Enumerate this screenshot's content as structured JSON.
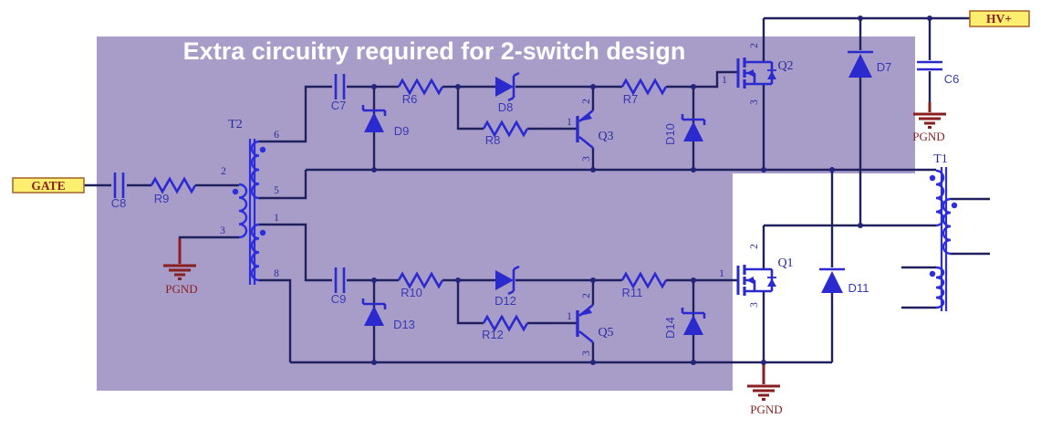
{
  "title": "Extra circuitry required for 2-switch design",
  "net_labels": {
    "gate": "GATE",
    "hv_plus": "HV+"
  },
  "ground_label": "PGND",
  "components": {
    "c6": "C6",
    "c7": "C7",
    "c8": "C8",
    "c9": "C9",
    "r6": "R6",
    "r7": "R7",
    "r8": "R8",
    "r9": "R9",
    "r10": "R10",
    "r11": "R11",
    "r12": "R12",
    "d7": "D7",
    "d8": "D8",
    "d9": "D9",
    "d10": "D10",
    "d11": "D11",
    "d12": "D12",
    "d13": "D13",
    "d14": "D14",
    "q1": "Q1",
    "q2": "Q2",
    "q3": "Q3",
    "q5": "Q5",
    "t1": "T1",
    "t2": "T2"
  },
  "pins": {
    "p1": "1",
    "p2": "2",
    "p3": "3",
    "p5": "5",
    "p6": "6",
    "p8": "8"
  },
  "colors": {
    "overlay": "#a89dc9",
    "wire": "#20205e",
    "component_blue": "#2a2ace",
    "ground_red": "#8b1e1e",
    "net_fill": "#fcee6e",
    "net_border": "#aa6a2e",
    "net_text": "#8b2020",
    "label_blue": "#3838b6",
    "title_text": "#ffffff"
  }
}
